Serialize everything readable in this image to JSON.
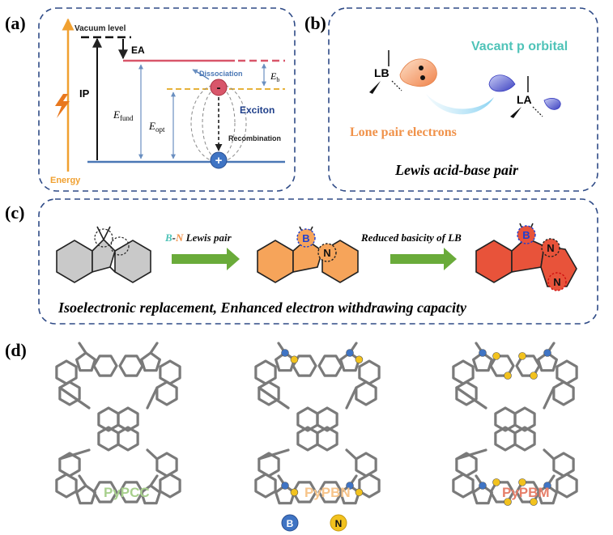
{
  "panels": {
    "a": {
      "tag": "(a)",
      "vacuum_level": "Vacuum level",
      "ea": "EA",
      "ip": "IP",
      "e_fund": "E",
      "e_fund_sub": "fund",
      "e_opt": "E",
      "e_opt_sub": "opt",
      "e_b": "E",
      "e_b_sub": "b",
      "dissociation": "Dissociation",
      "exciton": "Exciton",
      "recombination": "Recombination",
      "energy": "Energy",
      "minus": "-",
      "plus": "+"
    },
    "b": {
      "tag": "(b)",
      "vacant": "Vacant p orbital",
      "lb": "LB",
      "la": "LA",
      "lone_pair": "Lone pair electrons",
      "caption": "Lewis acid-base pair"
    },
    "c": {
      "tag": "(c)",
      "arrow1_b": "B",
      "arrow1_dash": "-",
      "arrow1_n": "N",
      "arrow1_rest": " Lewis pair",
      "arrow2": "Reduced basicity of LB",
      "atom_b": "B",
      "atom_n": "N",
      "caption": "Isoelectronic replacement, Enhanced electron withdrawing capacity"
    },
    "d": {
      "tag": "(d)",
      "labels": [
        "PyPCC",
        "PyPBN",
        "PyPBM"
      ],
      "legend_b": "B",
      "legend_n": "N"
    }
  },
  "colors": {
    "frame": "#2e4a86",
    "lumo": "#d8566a",
    "homo": "#4a77b5",
    "opt": "#e6b23a",
    "energy": "#f0a030",
    "exciton": "#1f3f8a",
    "teal": "#4fc3b8",
    "orange": "#f0924a",
    "green": "#6aab3a",
    "gray_ring": "#c9c9c9",
    "orange_ring": "#f6a45a",
    "red_ring": "#e8533a",
    "boron": "#3f74c4",
    "nitrogen": "#f2c21e",
    "pypcc": "#a8d08d",
    "pypbn": "#f7c48a",
    "pypbm": "#e67f6a"
  }
}
